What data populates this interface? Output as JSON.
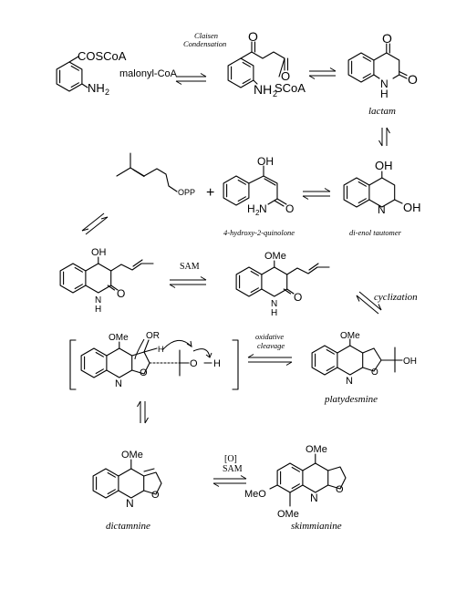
{
  "compounds": {
    "anthraniloyl": {
      "group": "COSCoA",
      "amine": "NH",
      "amine_sub": "2"
    },
    "ketoester": {
      "o1": "O",
      "o2": "O",
      "amine": "NH",
      "amine_sub": "2",
      "thioester": "SCoA"
    },
    "lactam": {
      "o1": "O",
      "o2": "O",
      "nh": "N",
      "h": "H",
      "name": "lactam"
    },
    "dienol": {
      "oh1": "OH",
      "oh2": "OH",
      "n": "N",
      "name": "di-enol tautomer"
    },
    "quinolone": {
      "oh": "OH",
      "amide_h": "H",
      "amide_sub": "2",
      "amide_n": "N",
      "o": "O",
      "name": "4-hydroxy-2-quinolone"
    },
    "dmapp": {
      "opp": "OPP"
    },
    "prenyl_hq": {
      "oh": "OH",
      "o": "O",
      "n": "N",
      "h": "H"
    },
    "prenyl_mq": {
      "ome": "OMe",
      "o": "O",
      "n": "N",
      "h": "H"
    },
    "intermediate": {
      "ome": "OMe",
      "or": "OR",
      "h": "H",
      "n": "N",
      "o": "O",
      "oh_o": "O",
      "oh_h": "H"
    },
    "platydesmine": {
      "ome": "OMe",
      "n": "N",
      "o": "O",
      "oh": "OH",
      "name": "platydesmine"
    },
    "dictamnine": {
      "ome": "OMe",
      "n": "N",
      "o": "O",
      "name": "dictamnine"
    },
    "skimmianine": {
      "ome1": "OMe",
      "ome2": "MeO",
      "ome3": "OMe",
      "n": "N",
      "o": "O",
      "name": "skimmianine"
    }
  },
  "labels": {
    "malonyl": "malonyl-CoA",
    "claisen1": "Claisen",
    "claisen2": "Condensation",
    "plus": "+",
    "sam1": "SAM",
    "cyclization": "cyclization",
    "oxidative1": "oxidative",
    "oxidative2": "cleavage",
    "oxidation": "[O]",
    "sam2": "SAM"
  }
}
